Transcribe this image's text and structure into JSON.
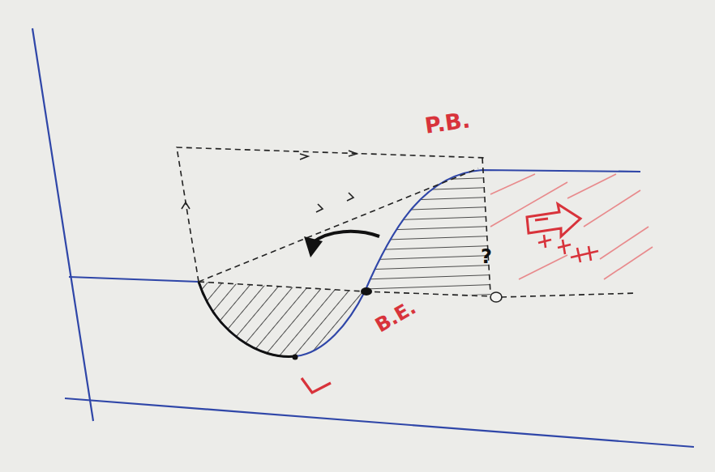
{
  "diagram": {
    "labels": [
      "P.B.",
      "B.E.",
      "?"
    ]
  }
}
